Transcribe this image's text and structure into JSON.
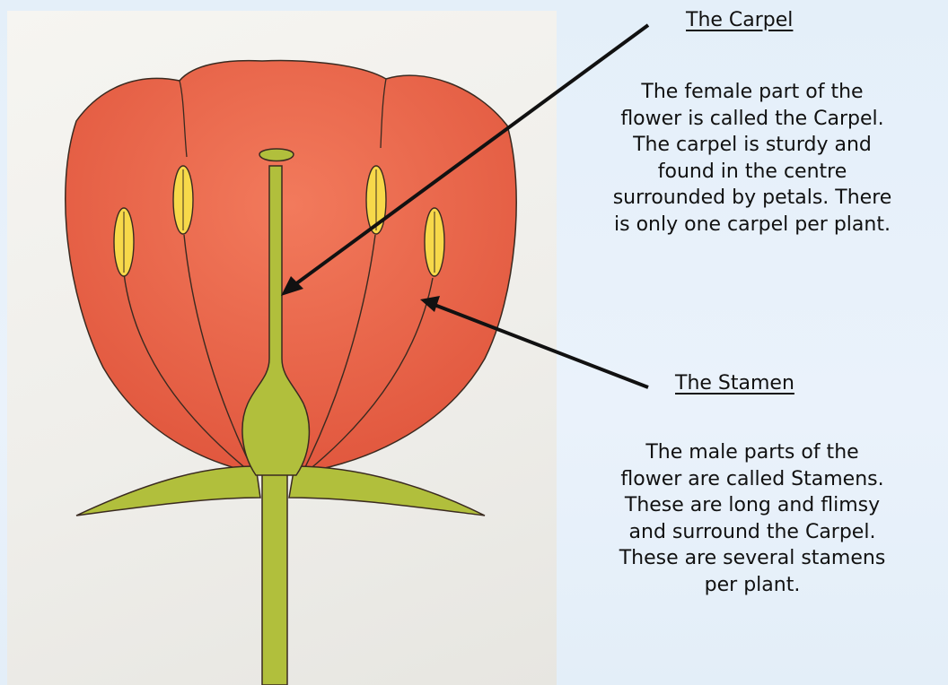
{
  "colors": {
    "petal": "#ec6b4f",
    "petal_dark": "#e0553c",
    "sepal": "#b1bf3c",
    "anther": "#f7d94a",
    "outline": "#3a2a20",
    "arrow": "#111111"
  },
  "carpel": {
    "heading": "The Carpel",
    "lines": [
      "The female part of the",
      "flower is called the Carpel.",
      "The carpel is sturdy and",
      "found in the centre",
      "surrounded by petals. There",
      "is only one carpel per plant."
    ]
  },
  "stamen": {
    "heading": "The Stamen",
    "lines": [
      "The male parts of the",
      "flower are called Stamens.",
      "These are long and flimsy",
      "and surround the Carpel.",
      "These are several stamens",
      "per plant."
    ]
  }
}
